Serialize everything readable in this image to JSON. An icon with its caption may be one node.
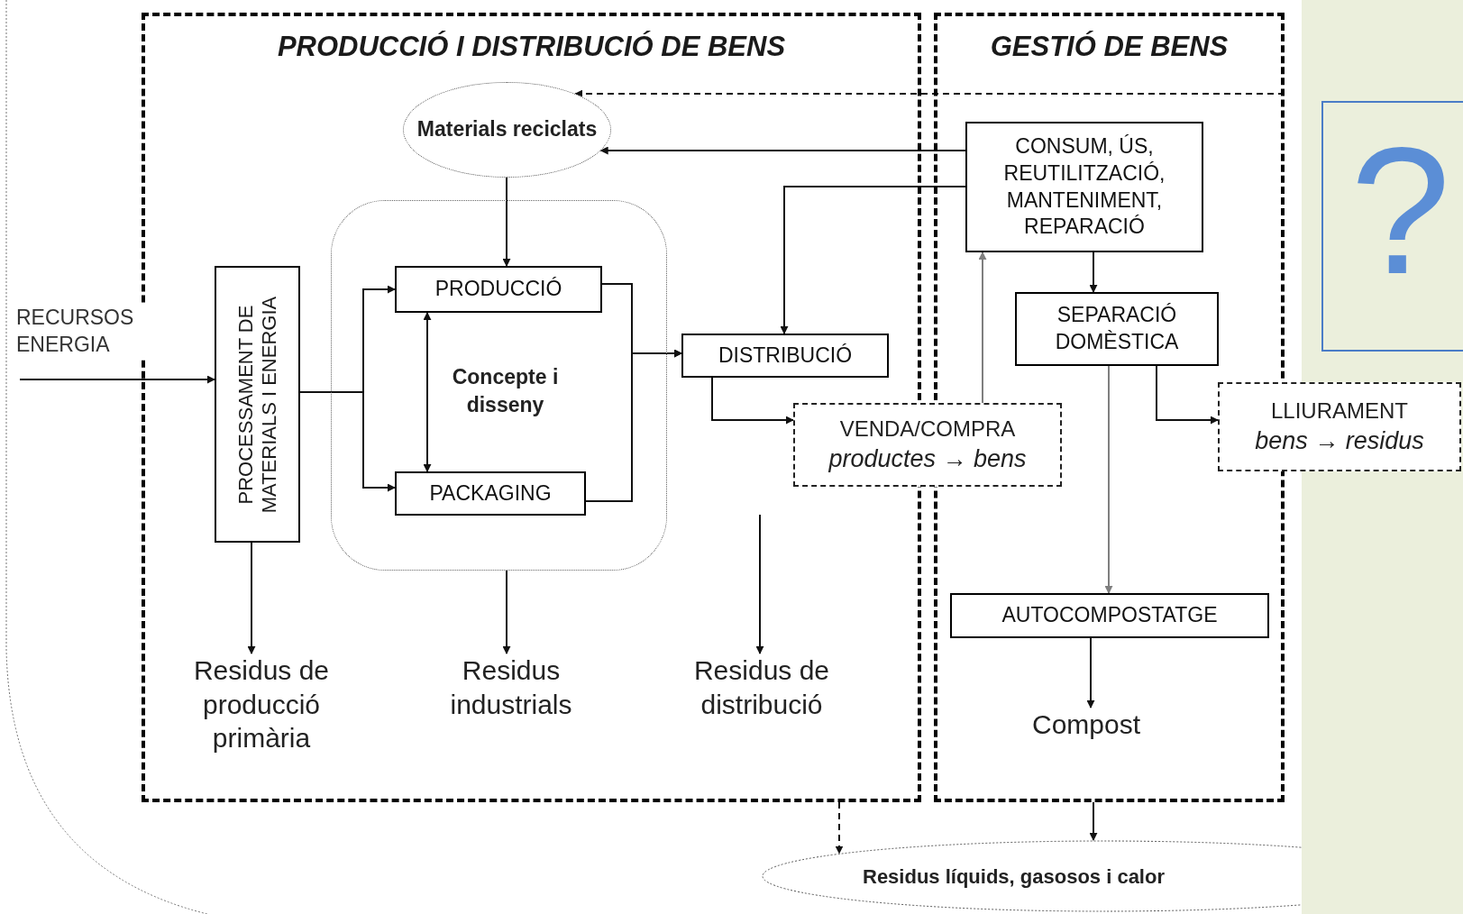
{
  "diagram": {
    "nodes": [
      {
        "text": [
          "PRODUCCIÓ I DISTRIBUCIÓ DE BENS"
        ]
      },
      {
        "text": [
          "Materials reciclats"
        ],
        "in": 0
      },
      {
        "text": [
          "PROCESSAMENT DE MATERIALS I ENERGIA"
        ],
        "in": 0
      },
      {
        "text": [],
        "shape": "box",
        "in": 0
      },
      {
        "text": [
          "PRODUCCIÓ"
        ],
        "in": 3
      },
      {
        "text": [
          "Concepte i disseny"
        ],
        "in": 3
      },
      {
        "text": [
          "PACKAGING"
        ],
        "in": 3
      },
      {
        "text": [
          "DISTRIBUCIÓ"
        ],
        "in": 0
      },
      {
        "text": [
          "Residus de producció primària"
        ],
        "in": 0
      },
      {
        "text": [
          "Residus industrials"
        ],
        "in": 0
      },
      {
        "text": [
          "Residus de distribució"
        ],
        "in": 0
      },
      {
        "text": [
          "GESTIÓ DE BENS"
        ]
      },
      {
        "text": [
          "CONSUM, ÚS, REUTILITZACIÓ, MANTENIMENT, REPARACIÓ"
        ],
        "in": 11
      },
      {
        "text": [
          "SEPARACIÓ DOMÈSTICA"
        ],
        "in": 11
      },
      {
        "text": [
          "VENDA/COMPRA",
          "productes → bens"
        ]
      },
      {
        "text": [
          "LLIURAMENT",
          "bens → residus"
        ]
      },
      {
        "text": [
          "AUTOCOMPOSTATGE"
        ],
        "in": 11
      },
      {
        "text": [
          "Compost"
        ],
        "in": 11
      },
      {
        "text": [
          "Residus líquids, gasosos i calor"
        ]
      },
      {
        "text": [
          "?"
        ]
      }
    ],
    "edges": [
      {
        "from": null,
        "to": 2,
        "arrow": "to",
        "label": "RECURSOS ENERGIA"
      },
      {
        "from": 1,
        "to": 4,
        "arrow": "to"
      },
      {
        "from": 2,
        "to": 4,
        "arrow": "to"
      },
      {
        "from": 2,
        "to": 6,
        "arrow": "to"
      },
      {
        "from": 4,
        "to": 6,
        "arrow": "both"
      },
      {
        "from": 4,
        "to": 7,
        "arrow": "to"
      },
      {
        "from": 6,
        "to": 7,
        "arrow": "to"
      },
      {
        "from": 7,
        "to": 14,
        "arrow": "to"
      },
      {
        "from": 12,
        "to": 1,
        "arrow": "to"
      },
      {
        "from": 12,
        "to": 7,
        "arrow": "to"
      },
      {
        "from": 11,
        "to": 1,
        "arrow": "to",
        "style": "dashed"
      },
      {
        "from": 14,
        "to": 12,
        "arrow": "to",
        "color": "#7f7f7f"
      },
      {
        "from": 12,
        "to": 13,
        "arrow": "to"
      },
      {
        "from": 13,
        "to": 16,
        "arrow": "to",
        "color": "#7f7f7f"
      },
      {
        "from": 13,
        "to": 15,
        "arrow": "to"
      },
      {
        "from": 16,
        "to": 17,
        "arrow": "to"
      },
      {
        "from": 2,
        "to": 8,
        "arrow": "to"
      },
      {
        "from": 3,
        "to": 9,
        "arrow": "to"
      },
      {
        "from": null,
        "to": 10,
        "arrow": "to"
      },
      {
        "from": 0,
        "to": 18,
        "arrow": "to",
        "style": "dashed"
      },
      {
        "from": 11,
        "to": 18,
        "arrow": "to"
      }
    ]
  }
}
